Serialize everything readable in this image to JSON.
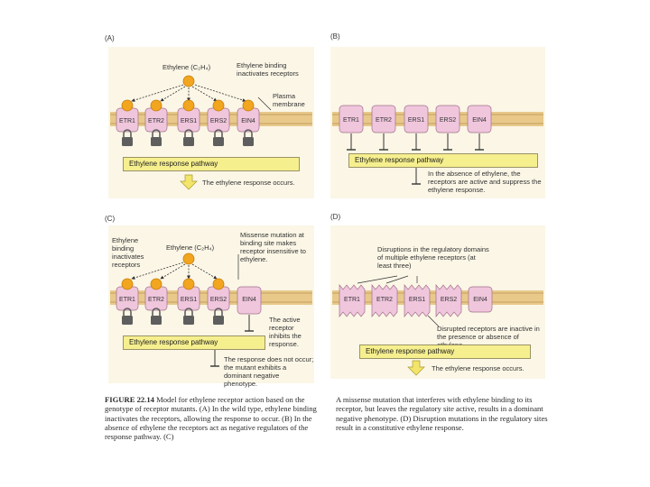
{
  "panels": {
    "a": {
      "letter": "(A)"
    },
    "b": {
      "letter": "(B)"
    },
    "c": {
      "letter": "(C)"
    },
    "d": {
      "letter": "(D)"
    }
  },
  "a": {
    "ethylene": "Ethylene (C₂H₄)",
    "binding_note": "Ethylene binding inactivates receptors",
    "membrane": "Plasma membrane",
    "receptors": [
      "ETR1",
      "ETR2",
      "ERS1",
      "ERS2",
      "EIN4"
    ],
    "pathway": "Ethylene response pathway",
    "occurs": "The ethylene response occurs."
  },
  "b": {
    "receptors": [
      "ETR1",
      "ETR2",
      "ERS1",
      "ERS2",
      "EIN4"
    ],
    "pathway": "Ethylene response pathway",
    "note": "In the absence of ethylene, the receptors are active and suppress the ethylene response."
  },
  "c": {
    "binding_note": "Ethylene binding inactivates receptors",
    "ethylene": "Ethylene (C₂H₄)",
    "missense_note": "Missense mutation at binding site makes receptor insensitive to ethylene.",
    "receptors": [
      "ETR1",
      "ETR2",
      "ERS1",
      "ERS2",
      "EIN4"
    ],
    "active_note": "The active receptor inhibits the response.",
    "pathway": "Ethylene response pathway",
    "no_response": "The response does not occur; the mutant exhibits a dominant negative phenotype."
  },
  "d": {
    "disruption_note": "Disruptions in the regulatory domains of multiple ethylene receptors (at least three)",
    "receptors": [
      "ETR1",
      "ETR2",
      "ERS1",
      "ERS2",
      "EIN4"
    ],
    "inactive_note": "Disrupted receptors are inactive in the presence or absence of ethylene.",
    "pathway": "Ethylene response pathway",
    "occurs": "The ethylene response occurs."
  },
  "caption_left": {
    "figure": "FIGURE 22.14",
    "text": "Model for ethylene receptor action based on the genotype of receptor mutants. (A) In the wild type, ethylene binding inactivates the receptors, allowing the response to occur. (B) In the absence of ethylene the receptors act as negative regulators of the response pathway. (C)"
  },
  "caption_right": {
    "text": "A missense mutation that interferes with ethylene binding to its receptor, but leaves the regulatory site active, results in a dominant negative phenotype. (D) Disruption mutations in the regulatory sites result in a constitutive ethylene response."
  },
  "colors": {
    "panel_bg": "#fbf6e6",
    "membrane": "#e8c98a",
    "receptor": "#f0c6dd",
    "ethylene": "#f2a51e",
    "pathway_bar": "#f6ef8e",
    "arrow": "#f3e46a"
  }
}
